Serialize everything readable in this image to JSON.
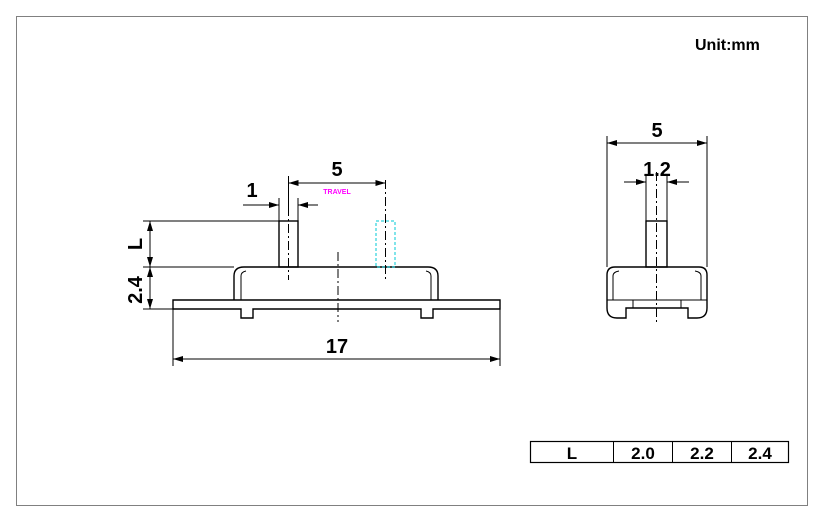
{
  "unit_label": "Unit:mm",
  "side_view": {
    "dim_travel": "5",
    "travel_label": "TRAVEL",
    "dim_actuator_width": "1",
    "dim_actuator_height": "L",
    "dim_body_height": "2.4",
    "dim_length": "17"
  },
  "end_view": {
    "dim_width": "5",
    "dim_actuator_width": "1.2"
  },
  "table": {
    "header": "L",
    "values": [
      "2.0",
      "2.2",
      "2.4"
    ]
  },
  "colors": {
    "line": "#000000",
    "travel_text": "#ff00ff",
    "ghost_actuator": "#00c8d6",
    "frame": "#808080"
  }
}
